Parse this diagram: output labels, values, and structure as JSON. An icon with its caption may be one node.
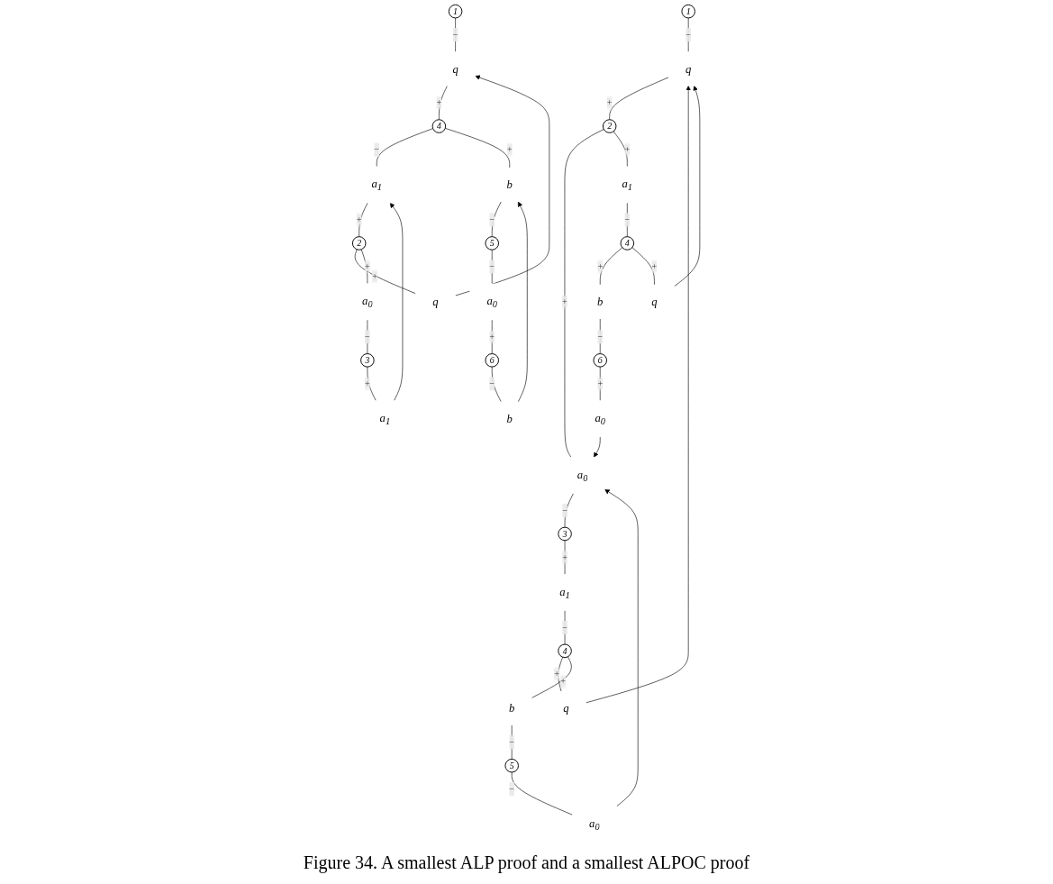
{
  "diagram": {
    "caption": "Figure 34. A smallest ALP proof and a smallest ALPOC proof",
    "nodes": [
      {
        "text": [
          "1"
        ]
      },
      {
        "text": [
          "q"
        ]
      },
      {
        "text": [
          "4"
        ]
      },
      {
        "text": [
          "a$_{1}$"
        ]
      },
      {
        "text": [
          "b"
        ]
      },
      {
        "text": [
          "2"
        ]
      },
      {
        "text": [
          "q"
        ]
      },
      {
        "text": [
          "a$_{0}$"
        ]
      },
      {
        "text": [
          "3"
        ]
      },
      {
        "text": [
          "a$_{1}$"
        ]
      },
      {
        "text": [
          "5"
        ]
      },
      {
        "text": [
          "a$_{0}$"
        ]
      },
      {
        "text": [
          "6"
        ]
      },
      {
        "text": [
          "b"
        ]
      },
      {
        "text": [
          "1"
        ]
      },
      {
        "text": [
          "q"
        ]
      },
      {
        "text": [
          "2"
        ]
      },
      {
        "text": [
          "a$_{0}$"
        ]
      },
      {
        "text": [
          "a$_{1}$"
        ]
      },
      {
        "text": [
          "3"
        ]
      },
      {
        "text": [
          "a$_{1}$"
        ]
      },
      {
        "text": [
          "4"
        ]
      },
      {
        "text": [
          "q"
        ]
      },
      {
        "text": [
          "b"
        ]
      },
      {
        "text": [
          "5"
        ]
      },
      {
        "text": [
          "a$_{0}$"
        ]
      },
      {
        "text": [
          "4"
        ]
      },
      {
        "text": [
          "b"
        ]
      },
      {
        "text": [
          "q"
        ]
      },
      {
        "text": [
          "6"
        ]
      },
      {
        "text": [
          "a$_{0}$"
        ]
      }
    ],
    "edges": [
      {
        "from": 0,
        "to": 1,
        "arrow": "none",
        "label": "−"
      },
      {
        "from": 1,
        "to": 2,
        "arrow": "none",
        "label": "+"
      },
      {
        "from": 2,
        "to": 3,
        "arrow": "none",
        "label": "−"
      },
      {
        "from": 2,
        "to": 4,
        "arrow": "none",
        "label": "+"
      },
      {
        "from": 3,
        "to": 5,
        "arrow": "none",
        "label": "+"
      },
      {
        "from": 5,
        "to": 6,
        "arrow": "none",
        "label": "+"
      },
      {
        "from": 5,
        "to": 7,
        "arrow": "none",
        "label": "+"
      },
      {
        "from": 7,
        "to": 8,
        "arrow": "none",
        "label": "−"
      },
      {
        "from": 8,
        "to": 9,
        "arrow": "none",
        "label": "+"
      },
      {
        "from": 4,
        "to": 10,
        "arrow": "none",
        "label": "−"
      },
      {
        "from": 10,
        "to": 11,
        "arrow": "none",
        "label": "−"
      },
      {
        "from": 11,
        "to": 12,
        "arrow": "none",
        "label": "+"
      },
      {
        "from": 12,
        "to": 13,
        "arrow": "none",
        "label": "−"
      },
      {
        "from": 6,
        "to": 1,
        "arrow": "to"
      },
      {
        "from": 9,
        "to": 3,
        "arrow": "to"
      },
      {
        "from": 13,
        "to": 4,
        "arrow": "to"
      },
      {
        "from": 14,
        "to": 15,
        "arrow": "none",
        "label": "−"
      },
      {
        "from": 15,
        "to": 16,
        "arrow": "none",
        "label": "+"
      },
      {
        "from": 16,
        "to": 17,
        "arrow": "none",
        "label": "+"
      },
      {
        "from": 16,
        "to": 18,
        "arrow": "none",
        "label": "+"
      },
      {
        "from": 17,
        "to": 19,
        "arrow": "none",
        "label": "−"
      },
      {
        "from": 19,
        "to": 20,
        "arrow": "none",
        "label": "+"
      },
      {
        "from": 20,
        "to": 21,
        "arrow": "none",
        "label": "−"
      },
      {
        "from": 21,
        "to": 22,
        "arrow": "none",
        "label": "+"
      },
      {
        "from": 21,
        "to": 23,
        "arrow": "none",
        "label": "+"
      },
      {
        "from": 23,
        "to": 24,
        "arrow": "none",
        "label": "−"
      },
      {
        "from": 24,
        "to": 25,
        "arrow": "none",
        "label": "−"
      },
      {
        "from": 18,
        "to": 26,
        "arrow": "none",
        "label": "−"
      },
      {
        "from": 26,
        "to": 27,
        "arrow": "none",
        "label": "+"
      },
      {
        "from": 26,
        "to": 28,
        "arrow": "none",
        "label": "+"
      },
      {
        "from": 27,
        "to": 29,
        "arrow": "none",
        "label": "−"
      },
      {
        "from": 29,
        "to": 30,
        "arrow": "none",
        "label": "+"
      },
      {
        "from": 22,
        "to": 15,
        "arrow": "to"
      },
      {
        "from": 28,
        "to": 15,
        "arrow": "to"
      },
      {
        "from": 30,
        "to": 17,
        "arrow": "to"
      },
      {
        "from": 25,
        "to": 17,
        "arrow": "to"
      }
    ]
  }
}
